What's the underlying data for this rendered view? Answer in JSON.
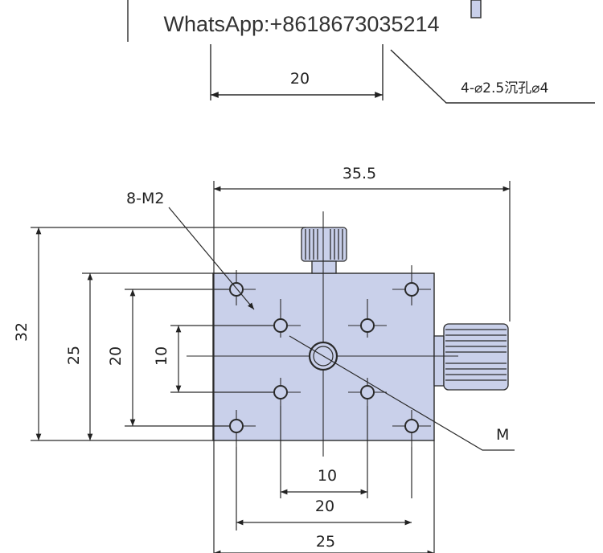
{
  "watermark": {
    "text": "WhatsApp:+8618673035214"
  },
  "top_view": {
    "width_label": "20",
    "hole_note": "4-⌀2.5沉孔⌀4"
  },
  "front_view": {
    "overall_width": "35.5",
    "thread_callout": "8-M2",
    "center_callout": "M",
    "height_overall": "32",
    "height_outer_holes": "25",
    "height_middle": "20",
    "height_inner_holes": "10",
    "bottom_inner": "10",
    "bottom_middle": "20",
    "bottom_outer": "25"
  },
  "colors": {
    "plate": "#c9d0ea",
    "line": "#2a2a2a"
  }
}
